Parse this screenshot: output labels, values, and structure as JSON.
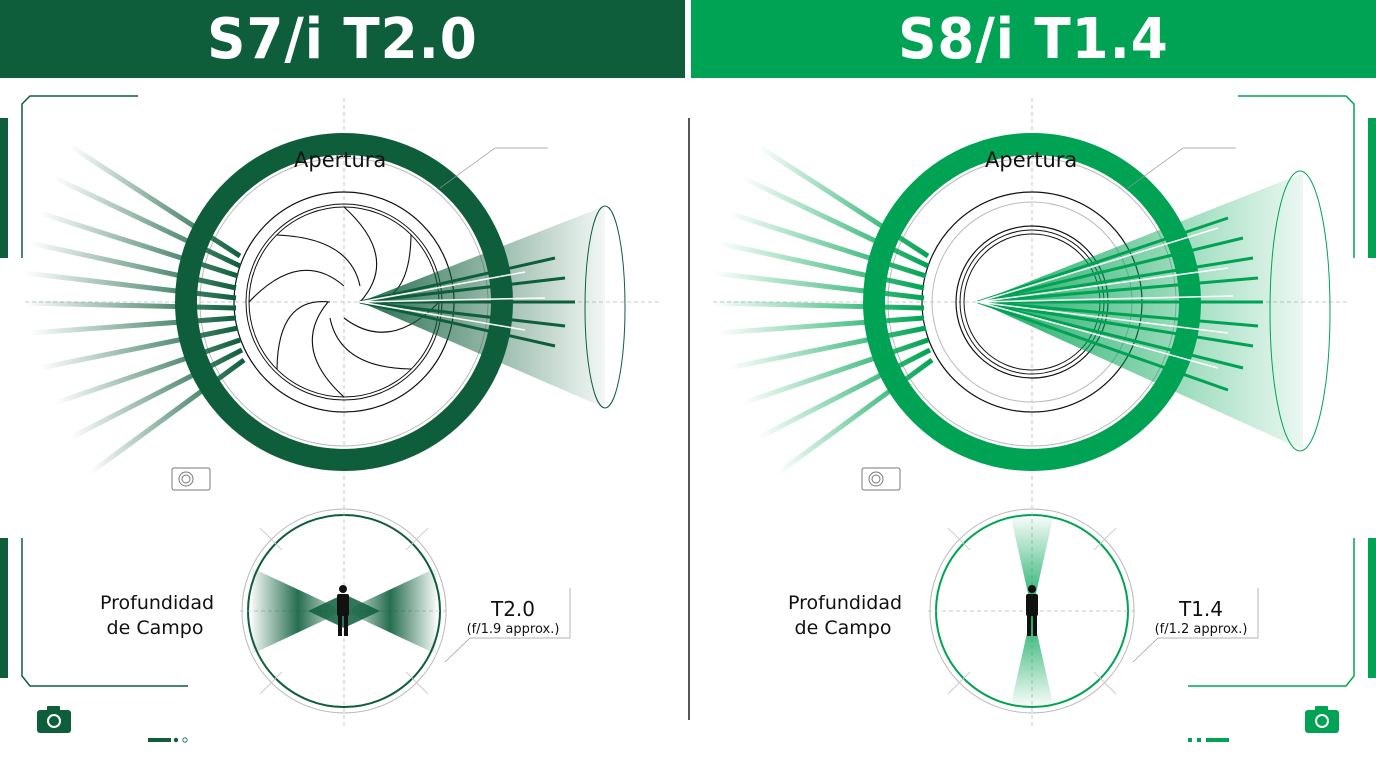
{
  "left": {
    "title": "S7/i T2.0",
    "color": "#0e5e3c",
    "aperture_label": "Apertura",
    "depth_label_line1": "Profundidad",
    "depth_label_line2": "de Campo",
    "t_stop": "T2.0",
    "f_equiv": "(f/1.9 approx.)",
    "icons": [
      "camera-outline-icon",
      "camera-filled-icon"
    ]
  },
  "right": {
    "title": "S8/i T1.4",
    "color": "#00a354",
    "aperture_label": "Apertura",
    "depth_label_line1": "Profundidad",
    "depth_label_line2": "de Campo",
    "t_stop": "T1.4",
    "f_equiv": "(f/1.2 approx.)",
    "icons": [
      "camera-outline-icon",
      "camera-filled-icon"
    ]
  }
}
